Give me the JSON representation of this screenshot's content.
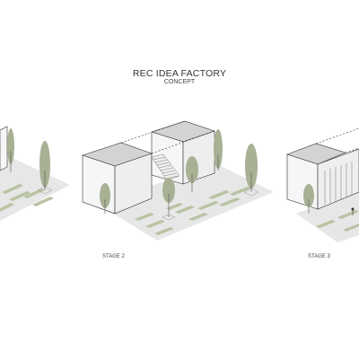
{
  "header": {
    "title": "REC IDEA FACTORY",
    "subtitle": "CONCEPT"
  },
  "stages": [
    {
      "label": "STAGE 2"
    },
    {
      "label": "STAGE 3"
    }
  ],
  "colors": {
    "ground": "#e7e7e7",
    "paving_stripe": "#b8c3a4",
    "tree": "#a8b194",
    "wall_light": "#f6f6f6",
    "wall_shade": "#dcdcdc",
    "roof": "#d3d3d3",
    "outline": "#333333"
  }
}
